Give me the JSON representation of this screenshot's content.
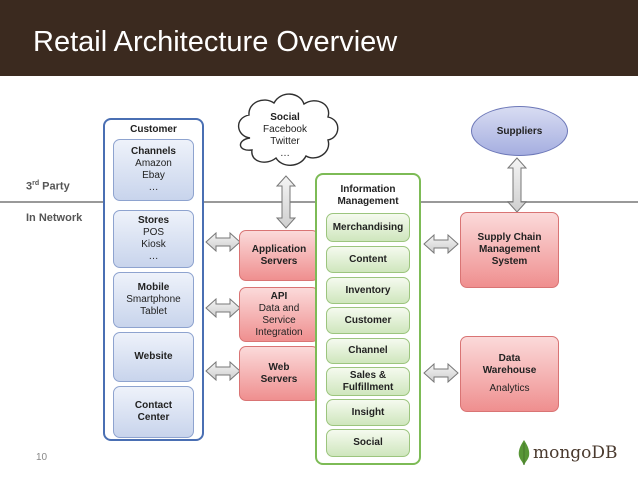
{
  "title": "Retail Architecture Overview",
  "page_number": "10",
  "zones": {
    "third_party_main": "3",
    "third_party_sup": "rd",
    "third_party_rest": " Party",
    "in_network": "In Network"
  },
  "customer": {
    "title": "Customer",
    "channels": {
      "title": "Channels",
      "lines": [
        "Amazon",
        "Ebay",
        "…"
      ]
    },
    "stores": {
      "title": "Stores",
      "lines": [
        "POS",
        "Kiosk",
        "…"
      ]
    },
    "mobile": {
      "title": "Mobile",
      "lines": [
        "Smartphone",
        "Tablet"
      ]
    },
    "website": {
      "title": "Website"
    },
    "contact": {
      "title": "Contact",
      "title2": "Center"
    }
  },
  "social_cloud": {
    "title": "Social",
    "lines": [
      "Facebook",
      "Twitter",
      "…"
    ]
  },
  "middle": {
    "app_servers": {
      "line1": "Application",
      "line2": "Servers"
    },
    "api": {
      "title": "API",
      "lines": [
        "Data and",
        "Service",
        "Integration"
      ]
    },
    "web_servers": {
      "line1": "Web",
      "line2": "Servers"
    }
  },
  "info_mgmt": {
    "title1": "Information",
    "title2": "Management",
    "items": [
      "Merchandising",
      "Content",
      "Inventory",
      "Customer",
      "Channel",
      "Sales &",
      "Fulfillment",
      "Insight",
      "Social"
    ]
  },
  "suppliers": {
    "label": "Suppliers"
  },
  "supply_chain": {
    "line1": "Supply Chain",
    "line2": "Management",
    "line3": "System"
  },
  "data_warehouse": {
    "line1": "Data",
    "line2": "Warehouse",
    "sub": "Analytics"
  },
  "logo": {
    "text": "mongoDB"
  },
  "colors": {
    "title_bar": "#3b2a1f",
    "customer_border": "#4a6fb3",
    "info_border": "#7dbb56",
    "server_fill": "#ef8f8f",
    "logo_leaf": "#589636"
  }
}
